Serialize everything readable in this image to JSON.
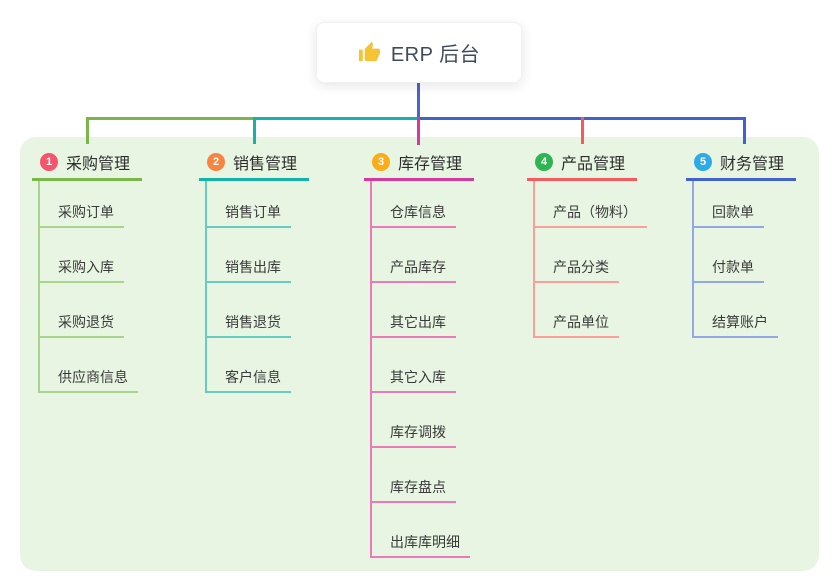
{
  "root": {
    "title": "ERP 后台",
    "icon": "thumbs-up-icon",
    "line_color": "#4a63ce"
  },
  "panel_color": "#e8f5e3",
  "branches": [
    {
      "num": "1",
      "label": "采购管理",
      "badge_color": "#f4556b",
      "line_color": "#7ab648",
      "child_line_color": "#a9d48b",
      "children": [
        "采购订单",
        "采购入库",
        "采购退货",
        "供应商信息"
      ]
    },
    {
      "num": "2",
      "label": "销售管理",
      "badge_color": "#f8843f",
      "line_color": "#14b3a6",
      "child_line_color": "#68cbc2",
      "children": [
        "销售订单",
        "销售出库",
        "销售退货",
        "客户信息"
      ]
    },
    {
      "num": "3",
      "label": "库存管理",
      "badge_color": "#fbad19",
      "line_color": "#d43a9e",
      "child_line_color": "#ea7ab9",
      "children": [
        "仓库信息",
        "产品库存",
        "其它出库",
        "其它入库",
        "库存调拨",
        "库存盘点",
        "出库库明细"
      ]
    },
    {
      "num": "4",
      "label": "产品管理",
      "badge_color": "#2fb453",
      "line_color": "#f75a5e",
      "child_line_color": "#f9a09a",
      "children": [
        "产品（物料）",
        "产品分类",
        "产品单位"
      ]
    },
    {
      "num": "5",
      "label": "财务管理",
      "badge_color": "#2cabe8",
      "line_color": "#4161ce",
      "child_line_color": "#93a7e4",
      "children": [
        "回款单",
        "付款单",
        "结算账户"
      ]
    }
  ]
}
